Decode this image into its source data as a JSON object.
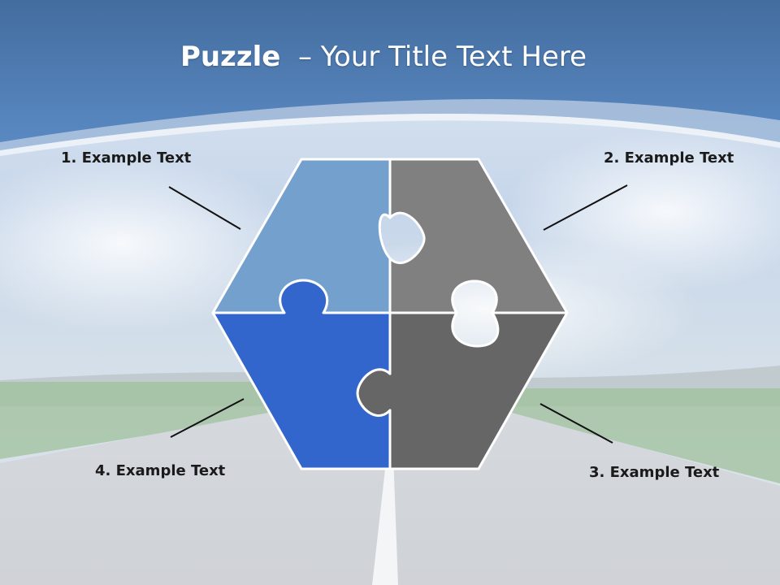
{
  "title": {
    "bold": "Puzzle",
    "rest": "  – Your Title Text Here"
  },
  "items": [
    {
      "label": "1. Example Text",
      "color": "#73a0cc"
    },
    {
      "label": "2. Example Text",
      "color": "#808080"
    },
    {
      "label": "3. Example Text",
      "color": "#666666"
    },
    {
      "label": "4. Example Text",
      "color": "#3366cc"
    }
  ],
  "colors": {
    "sky_top": "#4a74a8",
    "sky_light": "#c8d8ec",
    "road": "#d6d8dc",
    "grass": "#7fb07a"
  }
}
